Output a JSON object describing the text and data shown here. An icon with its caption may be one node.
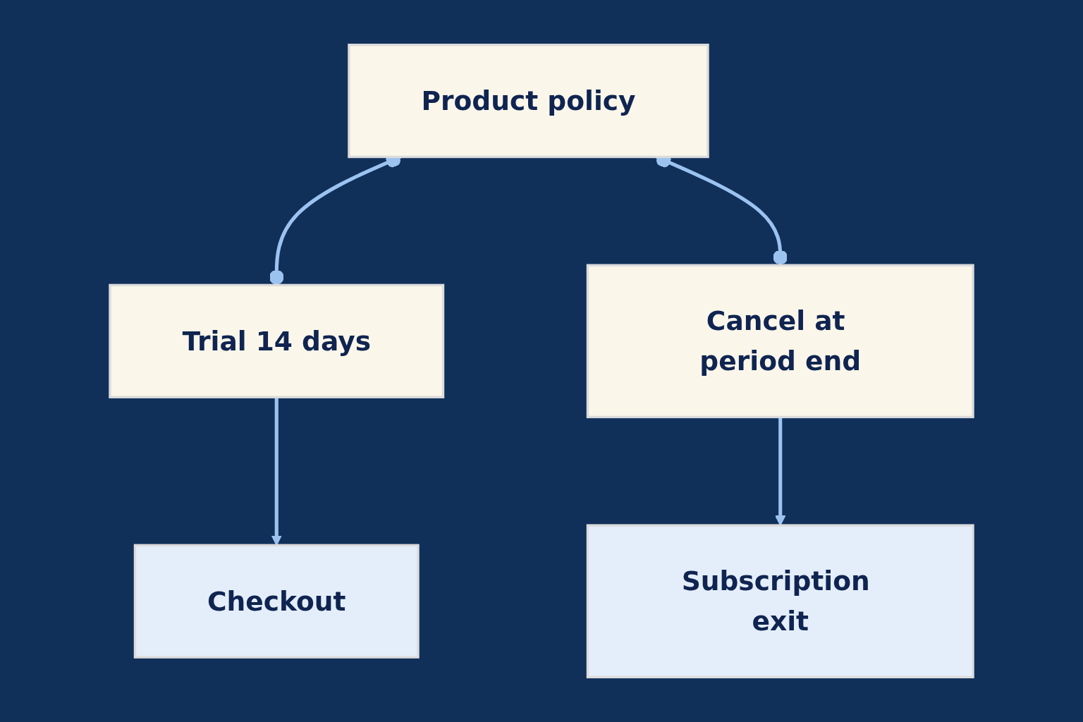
{
  "diagram": {
    "nodes": [
      {
        "text": [
          "Product policy"
        ]
      },
      {
        "text": [
          "Trial 14 days"
        ]
      },
      {
        "text": [
          "Cancel at period end"
        ]
      },
      {
        "text": [
          "Checkout"
        ]
      },
      {
        "text": [
          "Subscription exit"
        ]
      }
    ],
    "edges": [
      {
        "from": 0,
        "to": 1,
        "arrow": "other"
      },
      {
        "from": 0,
        "to": 2,
        "arrow": "other"
      },
      {
        "from": 1,
        "to": 3,
        "arrow": "to"
      },
      {
        "from": 2,
        "to": 4,
        "arrow": "to"
      }
    ]
  }
}
